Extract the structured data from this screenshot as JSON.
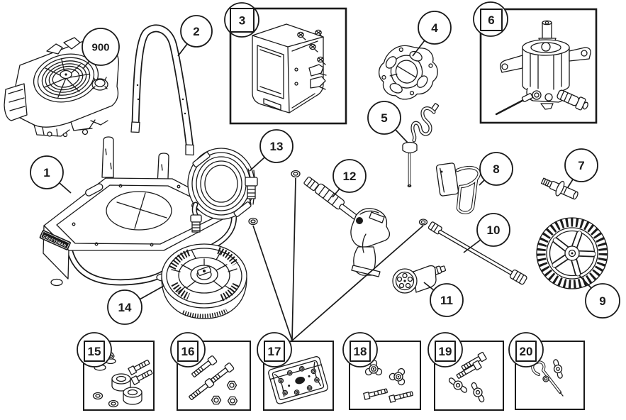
{
  "colors": {
    "line": "#1a1a1a",
    "background": "#ffffff",
    "callout_fill": "#ffffff"
  },
  "brand_badge": {
    "text": "CRAFTSMAN",
    "bg": "#1a1a1a",
    "fg": "#ffffff"
  },
  "callouts": [
    {
      "label": "900",
      "style": "circle"
    },
    {
      "label": "1",
      "style": "circle"
    },
    {
      "label": "2",
      "style": "circle"
    },
    {
      "label": "3",
      "style": "boxed"
    },
    {
      "label": "4",
      "style": "circle"
    },
    {
      "label": "5",
      "style": "circle"
    },
    {
      "label": "6",
      "style": "boxed"
    },
    {
      "label": "7",
      "style": "circle"
    },
    {
      "label": "8",
      "style": "circle"
    },
    {
      "label": "9",
      "style": "circle"
    },
    {
      "label": "10",
      "style": "circle"
    },
    {
      "label": "11",
      "style": "circle"
    },
    {
      "label": "12",
      "style": "circle"
    },
    {
      "label": "13",
      "style": "circle"
    },
    {
      "label": "14",
      "style": "circle"
    },
    {
      "label": "15",
      "style": "boxed"
    },
    {
      "label": "16",
      "style": "boxed"
    },
    {
      "label": "17",
      "style": "boxed"
    },
    {
      "label": "18",
      "style": "boxed"
    },
    {
      "label": "19",
      "style": "boxed"
    },
    {
      "label": "20",
      "style": "boxed"
    }
  ]
}
